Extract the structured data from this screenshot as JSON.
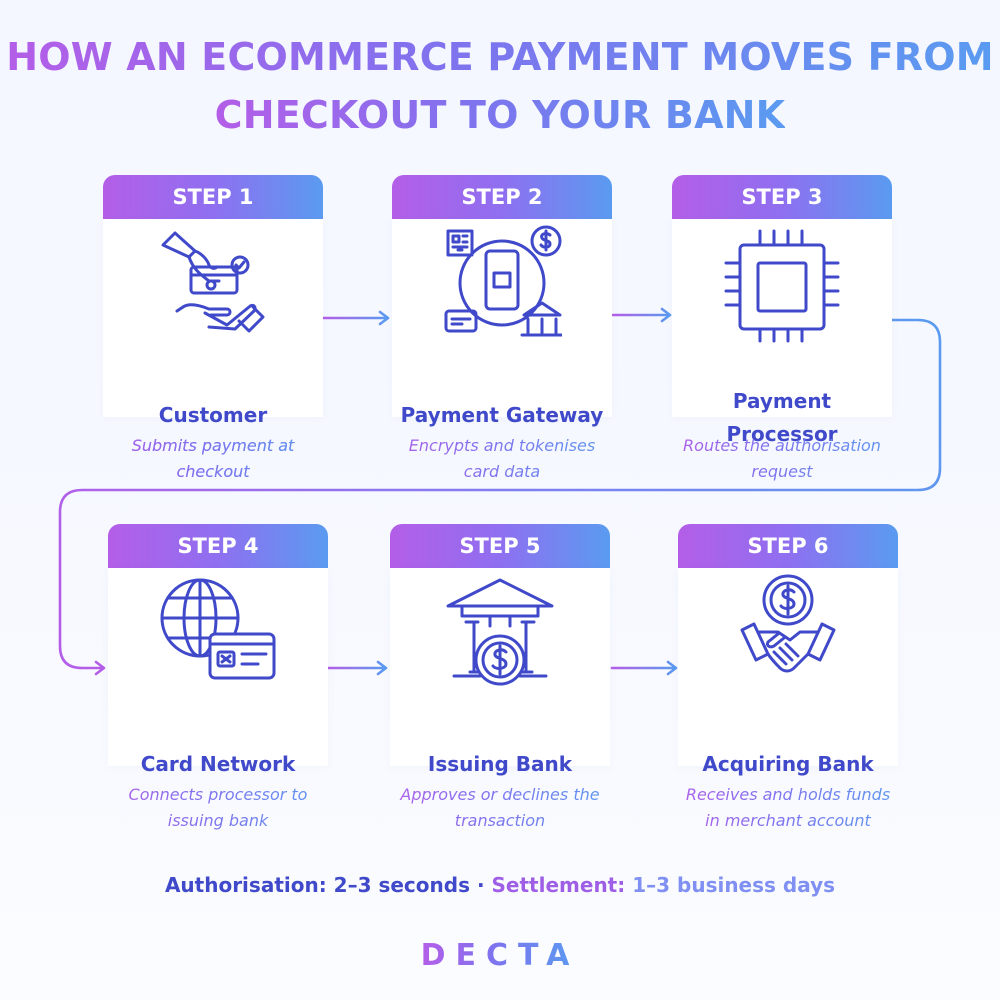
{
  "title": {
    "line1": "HOW AN ECOMMERCE PAYMENT MOVES FROM",
    "line2": "CHECKOUT TO YOUR BANK"
  },
  "steps": [
    {
      "step": "STEP 1",
      "label": "Customer",
      "desc1": "Submits payment at",
      "desc2": "checkout",
      "icon": "hand-card-icon"
    },
    {
      "step": "STEP 2",
      "label": "Payment Gateway",
      "desc1": "Encrypts and tokenises",
      "desc2": "card data",
      "icon": "payment-gateway-icon"
    },
    {
      "step": "STEP 3",
      "label1": "Payment",
      "label2": "Processor",
      "desc1": "Routes the authorisation",
      "desc2": "request",
      "icon": "processor-chip-icon"
    },
    {
      "step": "STEP 4",
      "label": "Card Network",
      "desc1": "Connects processor to",
      "desc2": "issuing bank",
      "icon": "globe-card-icon"
    },
    {
      "step": "STEP 5",
      "label": "Issuing Bank",
      "desc1": "Approves or declines the",
      "desc2": "transaction",
      "icon": "bank-dollar-icon"
    },
    {
      "step": "STEP 6",
      "label": "Acquiring Bank",
      "desc1": "Receives and holds funds",
      "desc2": "in merchant account",
      "icon": "handshake-dollar-icon"
    }
  ],
  "footer": {
    "auth_label": "Authorisation: 2–3 seconds",
    "separator": " · ",
    "settle_label": "Settlement:",
    "settle_value": " 1–3 business days"
  },
  "brand": "DECTA",
  "colors": {
    "accent_purple": "#b45ee8",
    "accent_blue": "#5a9bf0",
    "icon_blue": "#3f49c9",
    "card_bg": "#ffffff"
  }
}
